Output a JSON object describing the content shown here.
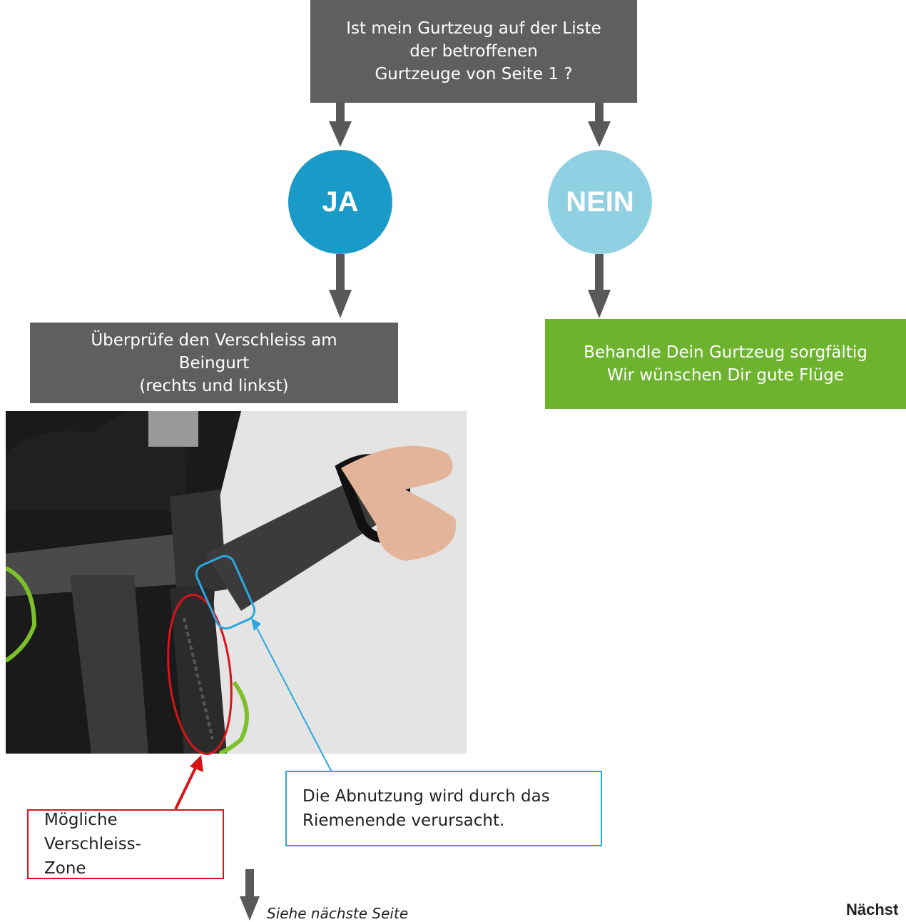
{
  "question": "Ist mein Gurtzeug auf der Liste\nder betroffenen\nGurtzeuge von Seite 1 ?",
  "yes_label": "JA",
  "no_label": "NEIN",
  "check_text": "Überprüfe den Verschleiss am\nBeingurt\n(rechts und linkst)",
  "care_text": "Behandle Dein Gurtzeug sorgfältig\nWir wünschen Dir gute Flüge",
  "wear_zone_label": "Mögliche Verschleiss-\nZone",
  "wear_cause_label": "Die Abnutzung wird durch das\nRiemenende verursacht.",
  "see_next_page": "Siehe nächste Seite",
  "next_page_cut": "Nächst",
  "colors": {
    "dark_box": "#5f5f5f",
    "yes_circle": "#1a9ac8",
    "no_circle": "#8fd1e2",
    "green_box": "#6db32e",
    "arrow": "#595959",
    "wear_highlight": "#d7141a",
    "cause_highlight": "#29a8df"
  }
}
